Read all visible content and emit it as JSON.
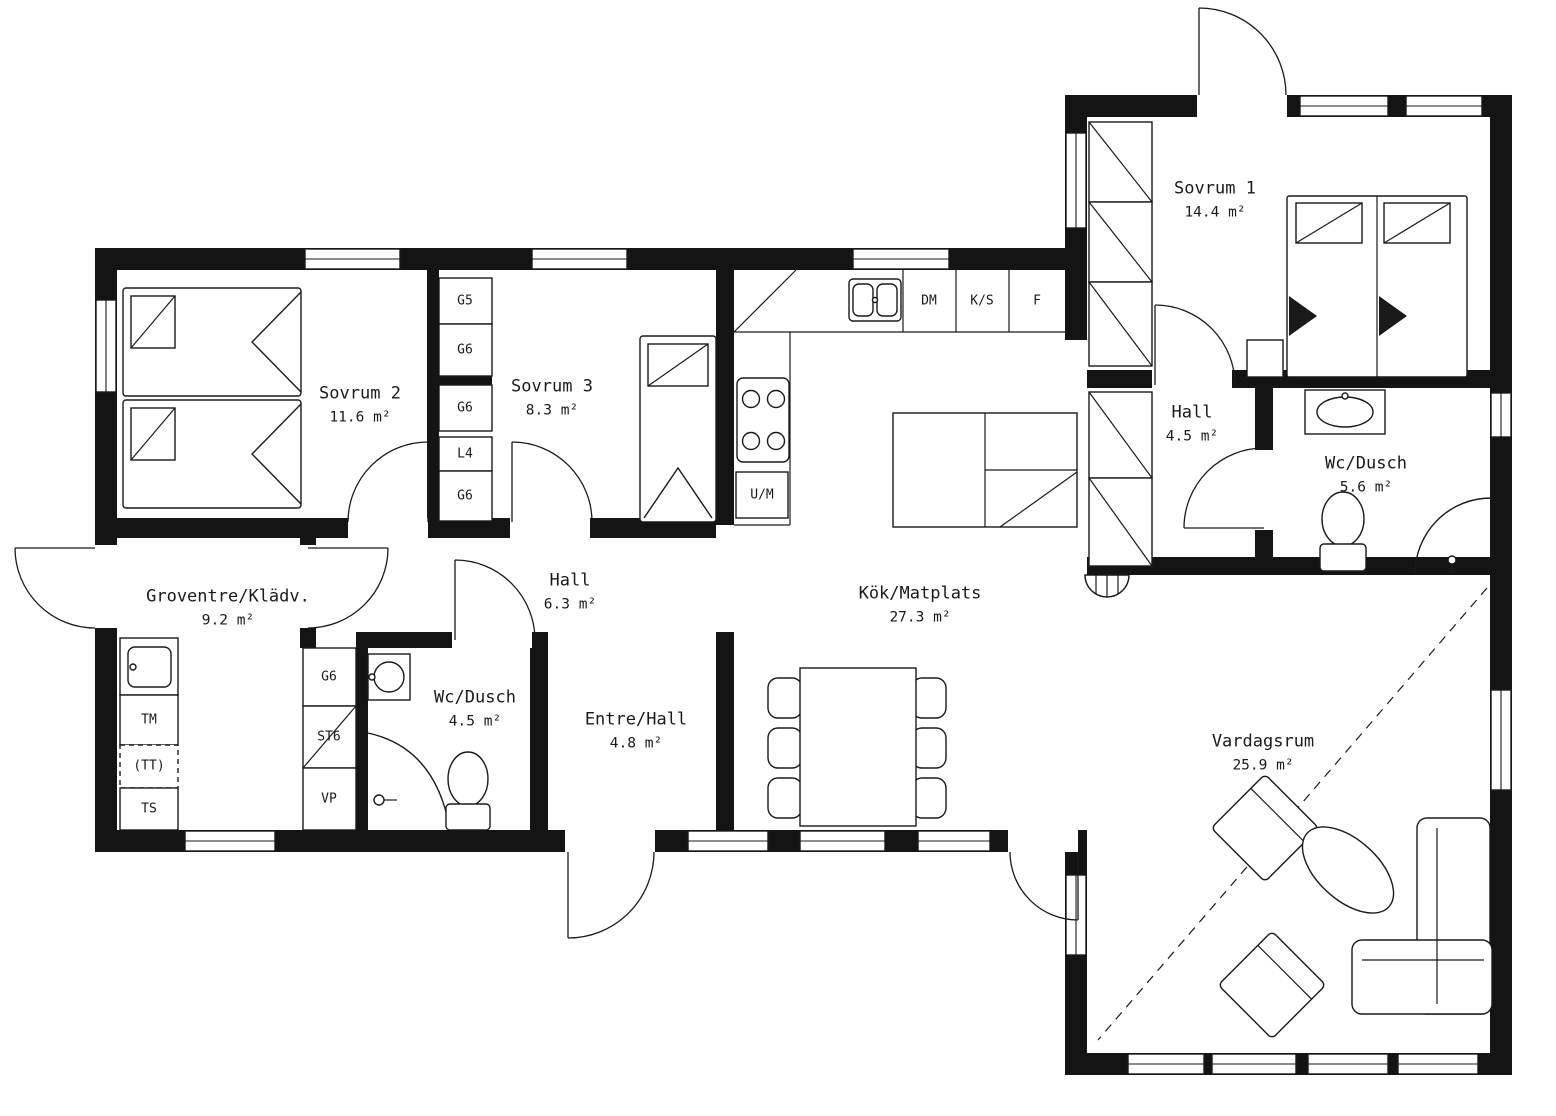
{
  "plan": {
    "rooms": {
      "sovrum1": {
        "name": "Sovrum 1",
        "area": "14.4 m²"
      },
      "sovrum2": {
        "name": "Sovrum 2",
        "area": "11.6 m²"
      },
      "sovrum3": {
        "name": "Sovrum 3",
        "area": "8.3 m²"
      },
      "hall_wing": {
        "name": "Hall",
        "area": "4.5 m²"
      },
      "wc_dusch_wing": {
        "name": "Wc/Dusch",
        "area": "5.6 m²"
      },
      "groventre": {
        "name": "Groventre/Klädv.",
        "area": "9.2 m²"
      },
      "hall_main": {
        "name": "Hall",
        "area": "6.3 m²"
      },
      "wc_dusch_main": {
        "name": "Wc/Dusch",
        "area": "4.5 m²"
      },
      "entre": {
        "name": "Entre/Hall",
        "area": "4.8 m²"
      },
      "kok": {
        "name": "Kök/Matplats",
        "area": "27.3 m²"
      },
      "vardagsrum": {
        "name": "Vardagsrum",
        "area": "25.9 m²"
      }
    },
    "cabinets": {
      "g5": "G5",
      "g6_1": "G6",
      "g6_2": "G6",
      "l4": "L4",
      "g6_3": "G6",
      "g6_4": "G6",
      "st6": "ST6",
      "vp": "VP"
    },
    "appliances": {
      "dm": "DM",
      "ks": "K/S",
      "f": "F",
      "um": "U/M",
      "tm": "TM",
      "tt": "(TT)",
      "ts": "TS"
    }
  }
}
